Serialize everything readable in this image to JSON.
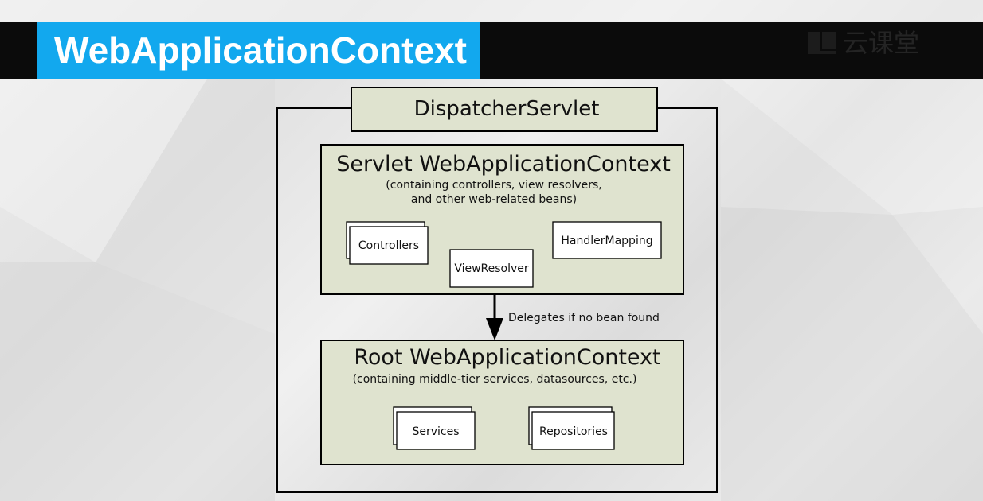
{
  "header": {
    "title": "WebApplicationContext",
    "logo_text": "云课堂"
  },
  "diagram": {
    "dispatcher": "DispatcherServlet",
    "servlet_context": {
      "title": "Servlet WebApplicationContext",
      "desc_line1": "(containing controllers, view resolvers,",
      "desc_line2": "and other web-related beans)",
      "beans": {
        "controllers": "Controllers",
        "view_resolver": "ViewResolver",
        "handler_mapping": "HandlerMapping"
      }
    },
    "delegation_label": "Delegates if no bean found",
    "root_context": {
      "title": "Root WebApplicationContext",
      "desc": "(containing middle-tier services, datasources, etc.)",
      "beans": {
        "services": "Services",
        "repositories": "Repositories"
      }
    }
  },
  "colors": {
    "title_bg": "#12a8ee",
    "header_bg": "#0b0b0b",
    "context_fill": "#dfe3cf",
    "bean_fill": "#ffffff"
  }
}
